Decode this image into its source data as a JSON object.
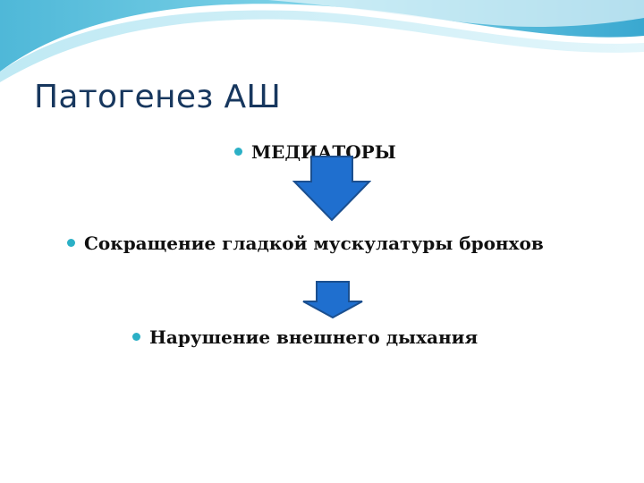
{
  "slide": {
    "title": "Патогенез АШ",
    "items": [
      {
        "text": "МЕДИАТОРЫ"
      },
      {
        "text": "Сокращение гладкой мускулатуры бронхов"
      },
      {
        "text": "Нарушение внешнего дыхания"
      }
    ]
  },
  "icons": {
    "bullet": "bullet-dot-icon",
    "arrow": "down-arrow-icon"
  },
  "colors": {
    "title": "#17375e",
    "bullet": "#2bb0c6",
    "arrow_fill": "#1f6fcf",
    "arrow_stroke": "#1b4f8f",
    "wave_top": "#5fc4dd",
    "wave_light": "#cfeef7"
  }
}
